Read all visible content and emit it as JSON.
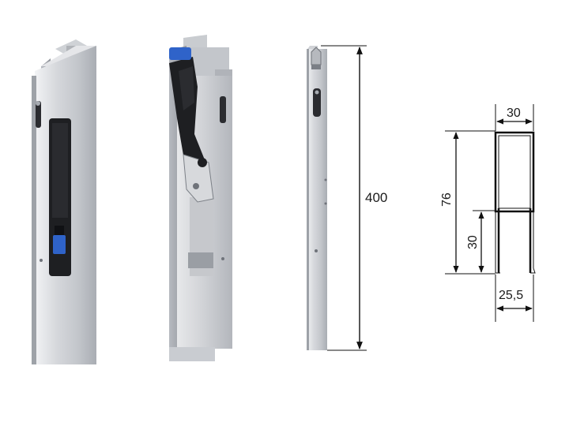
{
  "colors": {
    "aluminium_light": "#d9dbde",
    "aluminium_mid": "#b9bcc1",
    "aluminium_dark": "#8d9096",
    "black_part": "#1e1f22",
    "blue_clip": "#2f63c9",
    "dimension_line": "#111111"
  },
  "dimensions": {
    "length": "400",
    "profile_width": "30",
    "profile_height": "76",
    "inner_depth": "30",
    "base_width": "25,5"
  },
  "icons": [
    "arrow-icon"
  ]
}
